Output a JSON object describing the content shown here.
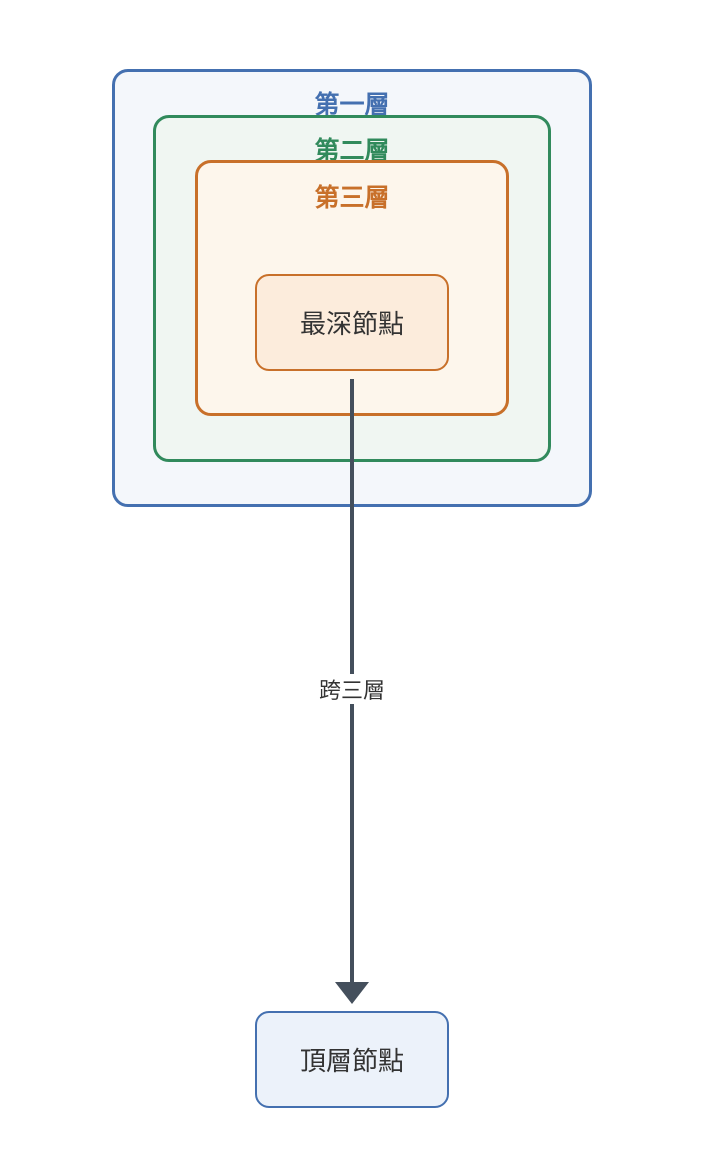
{
  "diagram": {
    "layers": [
      {
        "title": "第一層",
        "color": "#4470b0"
      },
      {
        "title": "第二層",
        "color": "#318a5c"
      },
      {
        "title": "第三層",
        "color": "#c8702a"
      }
    ],
    "nodes": {
      "deepest": "最深節點",
      "top": "頂層節點"
    },
    "edge": {
      "label": "跨三層",
      "from": "最深節點",
      "to": "頂層節點",
      "color": "#444f5c"
    }
  }
}
